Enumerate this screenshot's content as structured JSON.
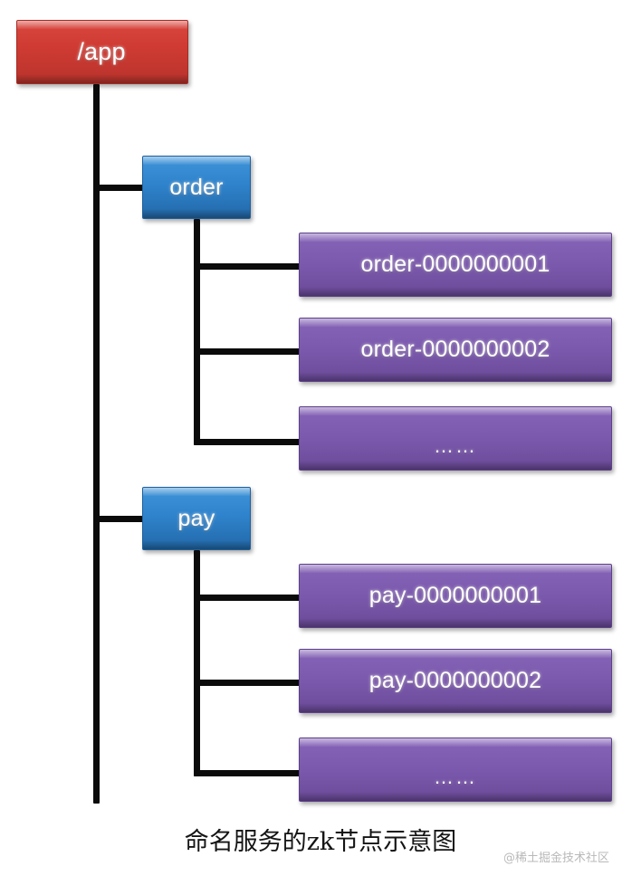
{
  "diagram": {
    "caption": "命名服务的zk节点示意图",
    "watermark": "@稀土掘金技术社区",
    "colors": {
      "root": "#cf3b33",
      "service": "#2f83cc",
      "sequential": "#7c5aae",
      "connector": "#0b0b0b",
      "background": "#ffffff",
      "node_text": "#ffffff",
      "caption_text": "#141414",
      "watermark_text": "#b9b9b9"
    },
    "root": {
      "label": "/app"
    },
    "branches": [
      {
        "label": "order",
        "children": [
          {
            "label": "order-0000000001"
          },
          {
            "label": "order-0000000002"
          },
          {
            "label": "……"
          }
        ]
      },
      {
        "label": "pay",
        "children": [
          {
            "label": "pay-0000000001"
          },
          {
            "label": "pay-0000000002"
          },
          {
            "label": "……"
          }
        ]
      }
    ]
  }
}
